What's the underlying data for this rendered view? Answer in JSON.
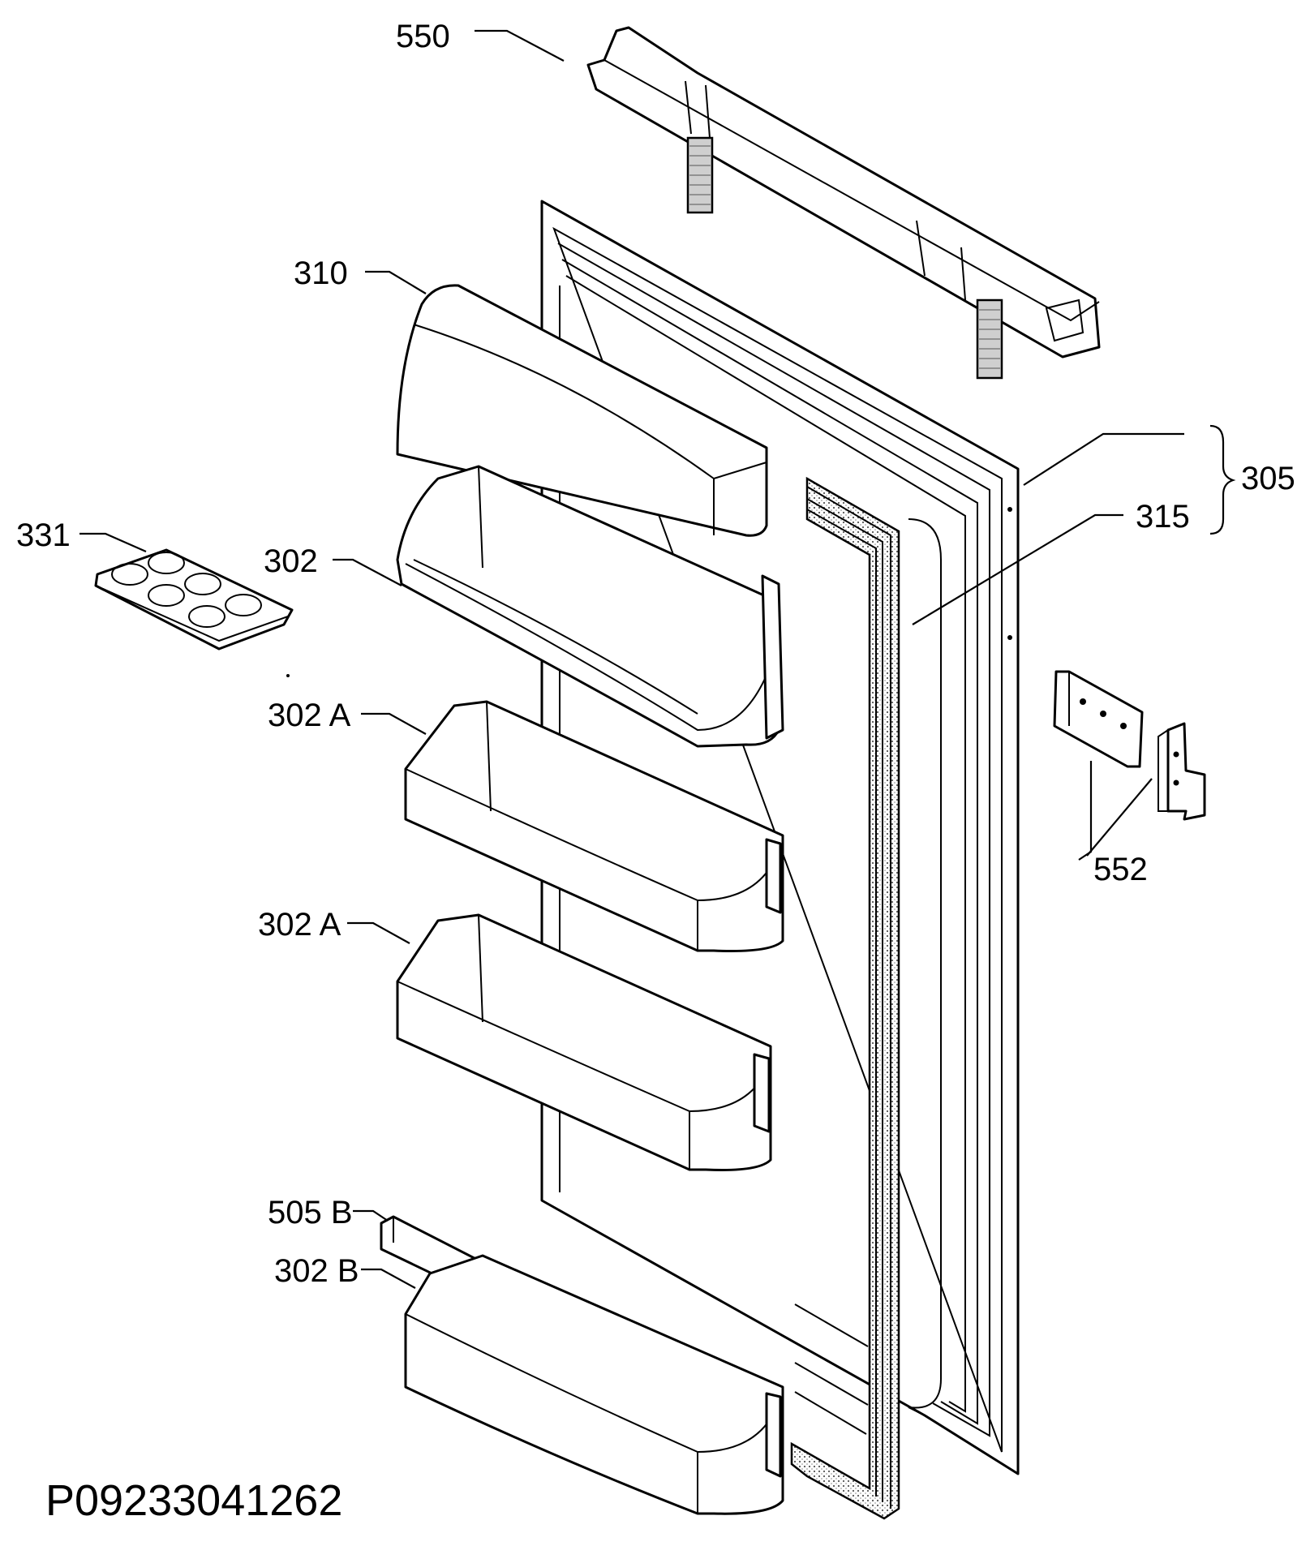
{
  "diagram": {
    "drawing_code": "P09233041262",
    "callouts": [
      {
        "id": "550",
        "label": "550"
      },
      {
        "id": "310",
        "label": "310"
      },
      {
        "id": "305",
        "label": "305"
      },
      {
        "id": "315",
        "label": "315"
      },
      {
        "id": "331",
        "label": "331"
      },
      {
        "id": "302",
        "label": "302"
      },
      {
        "id": "302a-1",
        "label": "302 A"
      },
      {
        "id": "302a-2",
        "label": "302 A"
      },
      {
        "id": "552",
        "label": "552"
      },
      {
        "id": "505b",
        "label": "505 B"
      },
      {
        "id": "302b",
        "label": "302 B"
      }
    ]
  }
}
